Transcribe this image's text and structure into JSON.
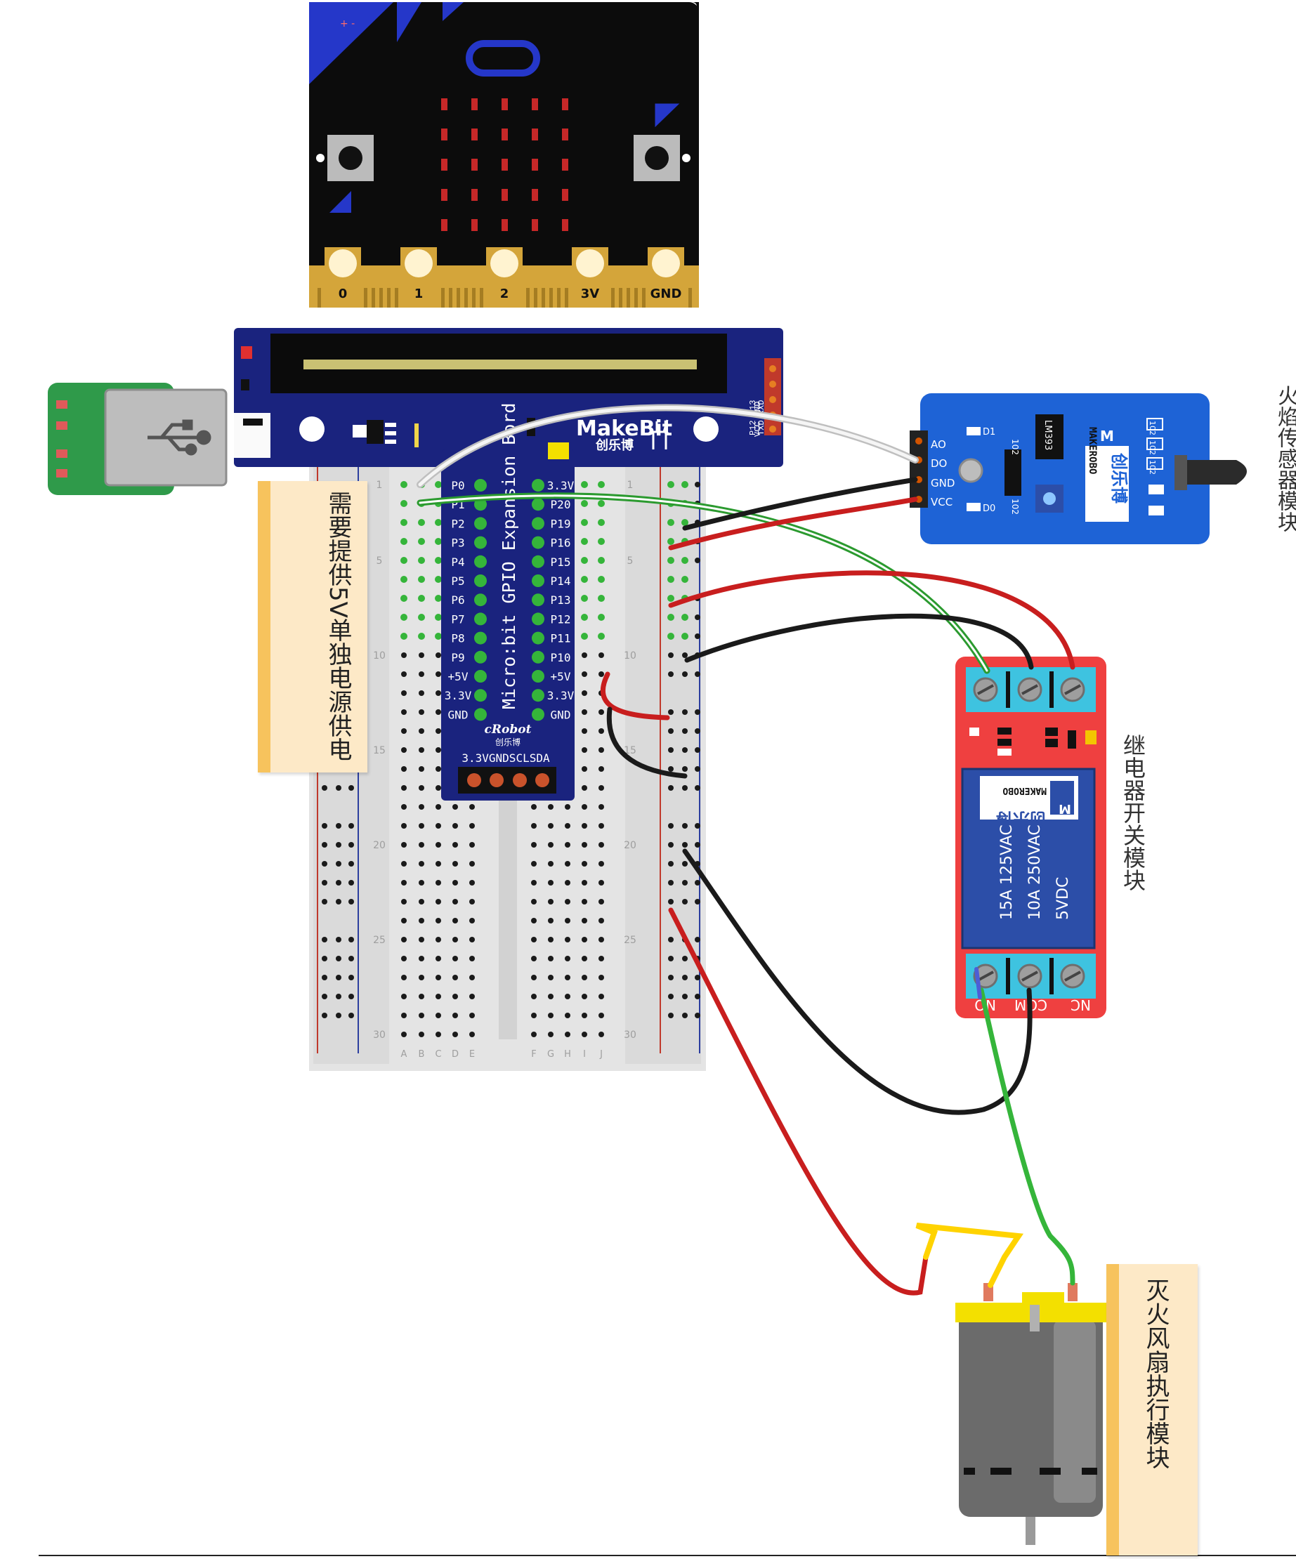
{
  "microbit": {
    "pins": [
      "0",
      "1",
      "2",
      "3V",
      "GND"
    ],
    "corner_marks": "+ -"
  },
  "expansion": {
    "brand": "MakeBit",
    "brand_cn": "创乐博",
    "side_pins": [
      "P12 P13",
      "TXD RXD",
      "VCC GND"
    ],
    "title": "Micro:bit GPIO Expansion Bord",
    "left_pins": [
      "P0",
      "P1",
      "P2",
      "P3",
      "P4",
      "P5",
      "P6",
      "P7",
      "P8",
      "P9",
      "+5V",
      "3.3V",
      "GND"
    ],
    "right_pins": [
      "3.3V",
      "P20",
      "P19",
      "P16",
      "P15",
      "P14",
      "P13",
      "P12",
      "P11",
      "P10",
      "+5V",
      "3.3V",
      "GND"
    ],
    "maker": "cRobot",
    "maker_cn": "创乐博",
    "i2c_header": "3.3VGNDSCLSDA"
  },
  "breadboard": {
    "row_numbers": [
      "1",
      "5",
      "10",
      "15",
      "20",
      "25",
      "30"
    ],
    "col_letters_left": [
      "A",
      "B",
      "C",
      "D",
      "E"
    ],
    "col_letters_right": [
      "F",
      "G",
      "H",
      "I",
      "J"
    ]
  },
  "flame_sensor": {
    "pins": [
      "AO",
      "DO",
      "GND",
      "VCC"
    ],
    "chip": "LM393",
    "brand_cn": "创乐博",
    "brand": "MAKEROBO",
    "leds": [
      "D1",
      "D0"
    ],
    "resistors": [
      "102",
      "102",
      "102",
      "102",
      "102"
    ],
    "label": "火焰传感器模块"
  },
  "relay": {
    "brand_cn": "创乐博",
    "brand": "MAKEROBO",
    "ratings": [
      "15A 125VAC",
      "10A 250VAC",
      "5VDC"
    ],
    "terminals": [
      "NO",
      "COM",
      "NC"
    ],
    "label": "继电器开关模块"
  },
  "fan": {
    "label": "灭火风扇执行模块"
  },
  "power_note": "需要提供5V单独电源供电",
  "colors": {
    "microbit_board": "#0c0c0c",
    "microbit_accent": "#2537c9",
    "gold": "#d4a53a",
    "expansion_board": "#1a237e",
    "sensor_board": "#1e63d6",
    "relay_board": "#ef4040",
    "relay_block": "#2c4ea8",
    "terminal": "#3ec3e0",
    "wire_red": "#c81e1e",
    "wire_black": "#1a1a1a",
    "wire_green": "#35b53a",
    "wire_white": "#d8d8d8",
    "wire_yellow": "#ffd300",
    "usb_green": "#2f9a4a",
    "note_bg": "#fde9c7",
    "note_stripe": "#f7c35d"
  }
}
